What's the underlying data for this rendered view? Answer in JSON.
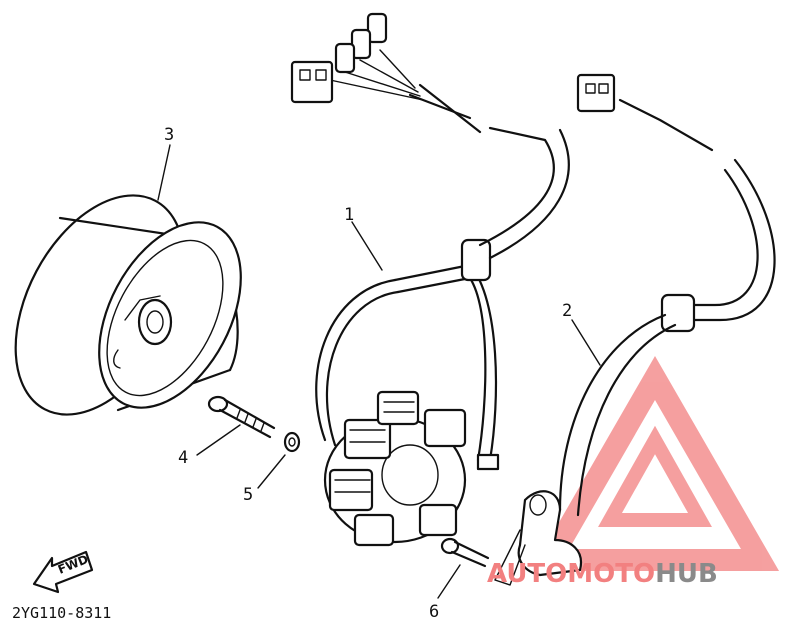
{
  "callouts": [
    {
      "id": "1",
      "label": "1"
    },
    {
      "id": "2",
      "label": "2"
    },
    {
      "id": "3",
      "label": "3"
    },
    {
      "id": "4",
      "label": "4"
    },
    {
      "id": "5",
      "label": "5"
    },
    {
      "id": "6",
      "label": "6"
    }
  ],
  "fwd_label": "FWD",
  "drawing_code": "2YG110-8311",
  "watermark": {
    "part1": "AUTOMOTO",
    "part2": "HUB",
    "accent": "#f28080",
    "gray": "#8a8a8a"
  }
}
